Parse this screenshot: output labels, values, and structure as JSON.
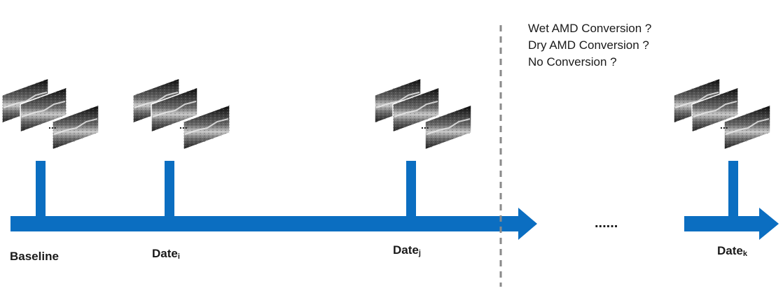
{
  "timepoints": [
    {
      "label": "Baseline",
      "sub": ""
    },
    {
      "label": "Date",
      "sub": "i"
    },
    {
      "label": "Date",
      "sub": "j"
    },
    {
      "label": "Date",
      "sub": "k"
    }
  ],
  "gap_label": "......",
  "stack_ellipsis": "...",
  "questions": [
    "Wet AMD Conversion ?",
    "Dry AMD Conversion ?",
    "No Conversion ?"
  ],
  "colors": {
    "arrow": "#0b6ec1",
    "divider": "#8a8a8a",
    "text": "#1a1a1a"
  }
}
